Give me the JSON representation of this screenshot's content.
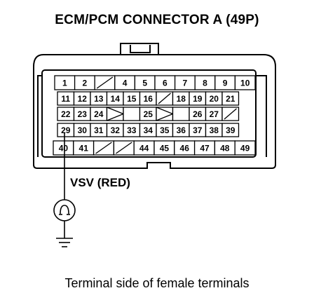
{
  "title": "ECM/PCM CONNECTOR A (49P)",
  "caption": "Terminal side of female terminals",
  "label_vsv": "VSV (RED)",
  "ground_symbol": "ohmmeter-icon",
  "probe_terminal": "29",
  "rows": [
    [
      "1",
      "2",
      "X",
      "4",
      "5",
      "6",
      "7",
      "8",
      "9",
      "10"
    ],
    [
      "11",
      "12",
      "13",
      "14",
      "15",
      "16",
      "X",
      "18",
      "19",
      "20",
      "21"
    ],
    [
      "22",
      "23",
      "24",
      "XX",
      "",
      "25",
      "XX",
      "",
      "26",
      "27",
      "X"
    ],
    [
      "29",
      "30",
      "31",
      "32",
      "33",
      "34",
      "35",
      "36",
      "37",
      "38",
      "39"
    ],
    [
      "40",
      "41",
      "X",
      "X",
      "44",
      "45",
      "46",
      "47",
      "48",
      "49"
    ]
  ]
}
